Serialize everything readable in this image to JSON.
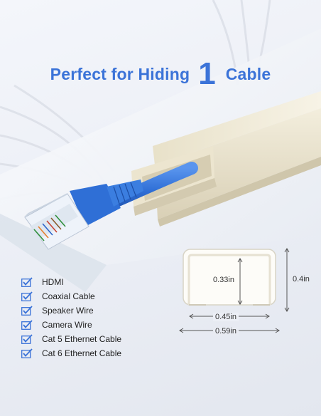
{
  "headline": {
    "prefix": "Perfect for Hiding",
    "number": "1",
    "suffix": "Cable"
  },
  "cable_types": [
    "HDMI",
    "Coaxial Cable",
    "Speaker Wire",
    "Camera Wire",
    "Cat 5 Ethernet Cable",
    "Cat 6 Ethernet Cable"
  ],
  "dimensions": {
    "inner_height": "0.33in",
    "outer_height": "0.4in",
    "inner_width": "0.45in",
    "outer_width": "0.59in"
  },
  "colors": {
    "headline": "#3b73d8",
    "check": "#3b73d8",
    "raceway": "#efe8d4",
    "cable_jacket": "#2f6fd6"
  },
  "icons": [
    "checkbox-checked-icon",
    "ethernet-plug-icon"
  ]
}
